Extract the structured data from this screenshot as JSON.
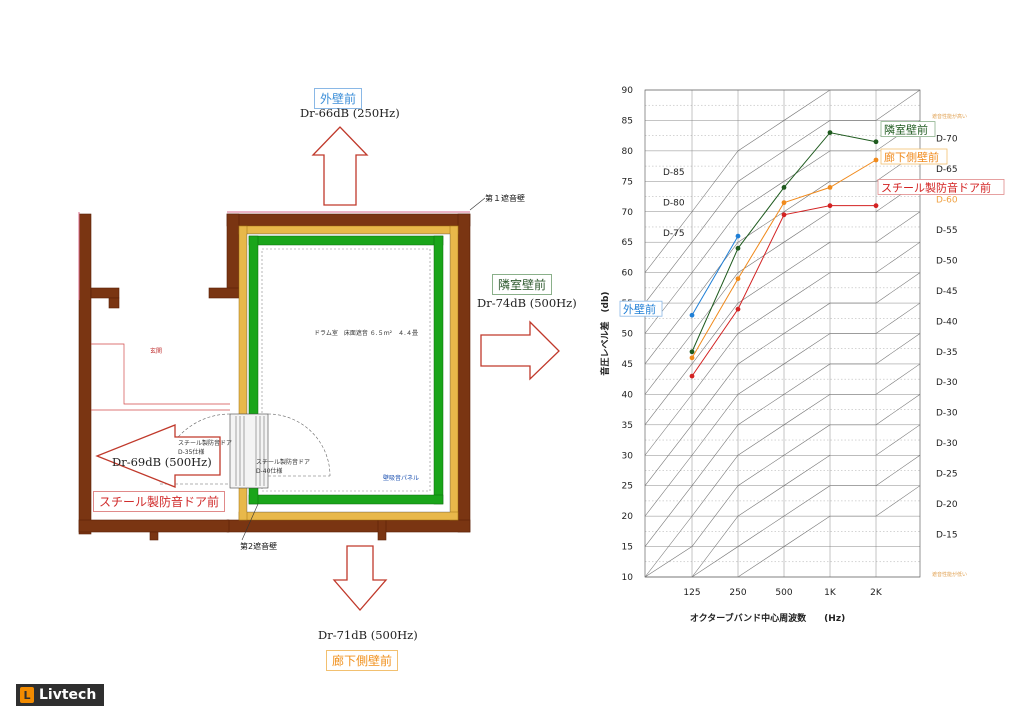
{
  "floorplan": {
    "labels": {
      "outer_wall": "外壁前",
      "neighbor_room": "隣室壁前",
      "steel_door": "スチール製防音ドア前",
      "corridor_wall": "廊下側壁前"
    },
    "measurements": {
      "top": "Dr-66dB (250Hz)",
      "right": "Dr-74dB (500Hz)",
      "left": "Dr-69dB (500Hz)",
      "bottom": "Dr-71dB (500Hz)"
    },
    "annotations": {
      "first_wall": "第１遮音壁",
      "second_wall": "第2遮音壁",
      "room_note": "ドラム室　床面遮音 ６.５ｍ²　４.４畳",
      "wall_panel": "壁吸音パネル",
      "door1": "スチール製防音ドア\nD-35仕様",
      "door2": "スチール製防音ドア\nD-40仕様",
      "entrance": "玄関"
    },
    "colors": {
      "wall": "#7a3512",
      "inner_wall": "#e8b84a",
      "green": "#1aa51a",
      "arrow": "#c0392b"
    }
  },
  "chart_data": {
    "type": "line",
    "ylabel": "音圧レベル差　(db)",
    "xlabel": "オクターブバンド中心周波数　　(Hz)",
    "categories": [
      "125",
      "250",
      "500",
      "1K",
      "2K"
    ],
    "ylim": [
      10,
      90
    ],
    "yticks": [
      10,
      15,
      20,
      25,
      30,
      35,
      40,
      45,
      50,
      55,
      60,
      65,
      70,
      75,
      80,
      85,
      90
    ],
    "d_curves": [
      15,
      20,
      25,
      30,
      35,
      40,
      45,
      50,
      55,
      60,
      65,
      70,
      75,
      80,
      85
    ],
    "d_curve_shape": [
      -15,
      -5,
      0,
      5,
      5
    ],
    "right_axis_labels": [
      "D-15",
      "D-20",
      "D-25",
      "D-30",
      "D-30",
      "D-30",
      "D-35",
      "D-40",
      "D-45",
      "D-50",
      "D-55",
      "D-60",
      "D-65",
      "D-70"
    ],
    "left_d_labels": [
      "D-85",
      "D-80",
      "D-75"
    ],
    "grid": true,
    "corner_notes": {
      "top": "遮音性能が高い",
      "bottom": "遮音性能が低い"
    },
    "series": [
      {
        "name": "外壁前",
        "color": "#1f7fd6",
        "values": [
          53,
          66,
          null,
          null,
          null
        ]
      },
      {
        "name": "隣室壁前",
        "color": "#1e5a1e",
        "values": [
          47,
          64,
          74,
          83,
          81.5
        ]
      },
      {
        "name": "廊下側壁前",
        "color": "#f08a1c",
        "values": [
          46,
          59,
          71.5,
          74,
          78.5
        ]
      },
      {
        "name": "スチール製防音ドア前",
        "color": "#d32222",
        "values": [
          43,
          54,
          69.5,
          71,
          71
        ]
      }
    ]
  },
  "logo": {
    "text": "Livtech",
    "mark": "L"
  }
}
